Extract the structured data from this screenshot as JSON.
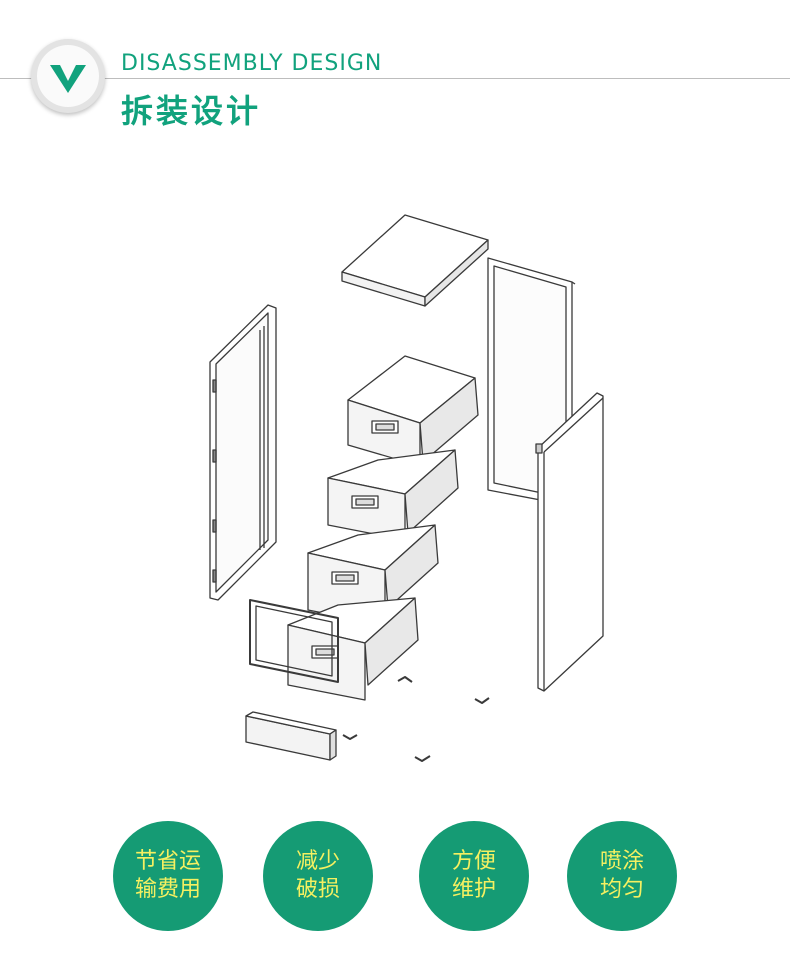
{
  "header": {
    "title_en": "DISASSEMBLY DESIGN",
    "title_cn": "拆装设计",
    "check_icon": "chevron-check-icon",
    "accent_color": "#11a27d"
  },
  "features": [
    {
      "line1": "节省运",
      "line2": "输费用"
    },
    {
      "line1": "减少",
      "line2": "破损"
    },
    {
      "line1": "方便",
      "line2": "维护"
    },
    {
      "line1": "喷涂",
      "line2": "均匀"
    }
  ],
  "colors": {
    "circle_bg": "#159b74",
    "circle_text": "#f5f061"
  }
}
